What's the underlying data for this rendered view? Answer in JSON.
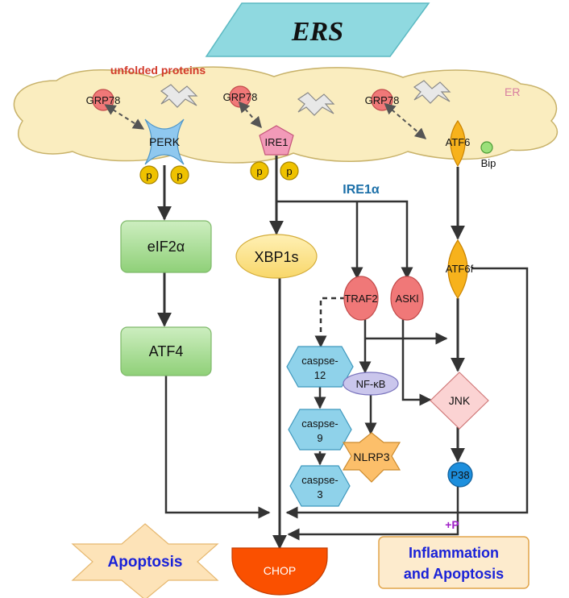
{
  "title": "ERS",
  "er": {
    "unfolded_label": "unfolded proteins",
    "er_label": "ER"
  },
  "grp78": [
    "GRP78",
    "GRP78",
    "GRP78"
  ],
  "sensors": {
    "perk": "PERK",
    "ire1": "IRE1",
    "atf6": "ATF6",
    "bip": "Bip"
  },
  "phospho": [
    "p",
    "p",
    "p",
    "p"
  ],
  "nodes": {
    "eif2a": "eIF2α",
    "atf4": "ATF4",
    "xbp1s": "XBP1s",
    "ire1a": "IRE1α",
    "traf2": "TRAF2",
    "ask1": "ASKl",
    "atf6f": "ATF6f",
    "caspase12": [
      "caspse-",
      "12"
    ],
    "caspase9": [
      "caspse-",
      "9"
    ],
    "caspase3": [
      "caspse-",
      "3"
    ],
    "nfkb": "NF-κB",
    "nlrp3": "NLRP3",
    "jnk": "JNK",
    "p38": "P38",
    "plus_p": "+P",
    "chop": "CHOP",
    "apoptosis": "Apoptosis",
    "inflammation": [
      "Inflammation",
      "and Apoptosis"
    ]
  },
  "colors": {
    "title_box": "#8fd9e0",
    "er_fill": "#faedbf",
    "grp78": "#f07878",
    "perk": "#8fc8ef",
    "ire1": "#f29ab8",
    "atf6": "#f7b21c",
    "phospho": "#efc200",
    "green_box": "#a8dc93",
    "xbp1s": "#fde391",
    "caspase": "#8fd2ea",
    "nfkb": "#cac6ec",
    "nlrp3": "#fcbf6a",
    "jnk": "#fbd3d3",
    "p38": "#1d8fdd",
    "chop": "#fa5000",
    "apoptosis_star": "#fde3b8",
    "inflammation_box": "#fdebcd",
    "ire1a_text": "#1b6fa8",
    "plus_p_text": "#a020c8",
    "blue_text": "#1a22d8",
    "red_text": "#d23a2a"
  }
}
